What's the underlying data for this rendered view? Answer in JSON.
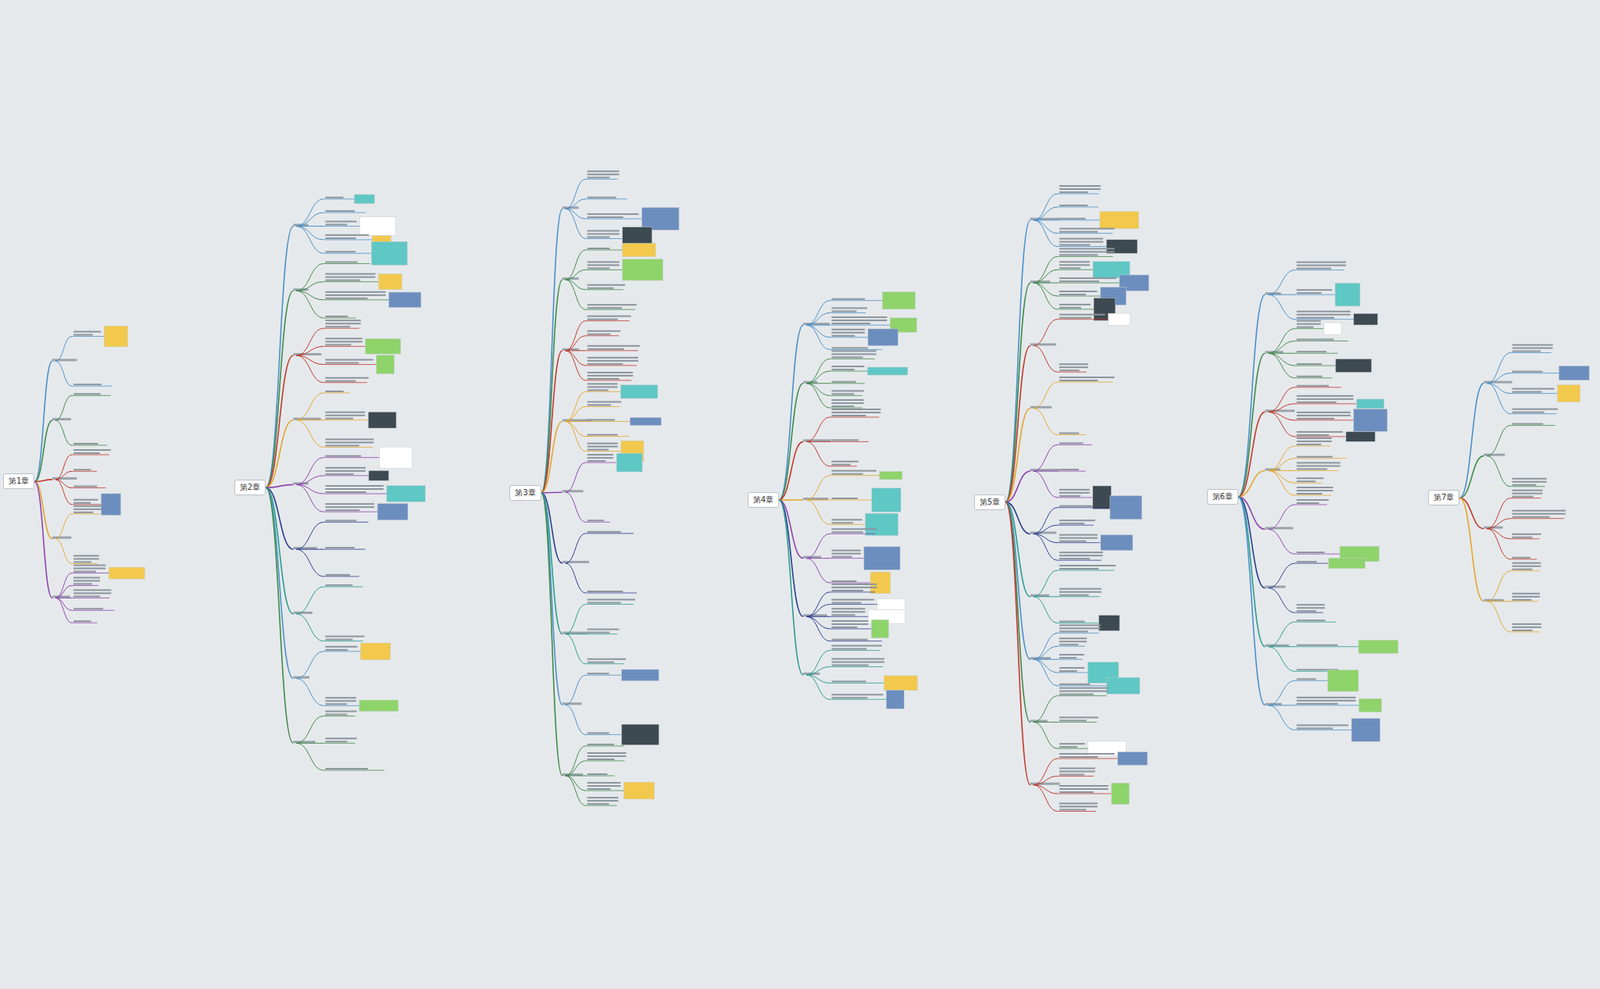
{
  "diagram": {
    "nodes": [
      {
        "text": [
          "第1章"
        ]
      },
      {
        "text": [
          "第2章"
        ]
      },
      {
        "text": [
          "第3章"
        ]
      },
      {
        "text": [
          "第4章"
        ]
      },
      {
        "text": [
          "第5章"
        ]
      },
      {
        "text": [
          "第6章"
        ]
      },
      {
        "text": [
          "第7章"
        ]
      }
    ]
  }
}
